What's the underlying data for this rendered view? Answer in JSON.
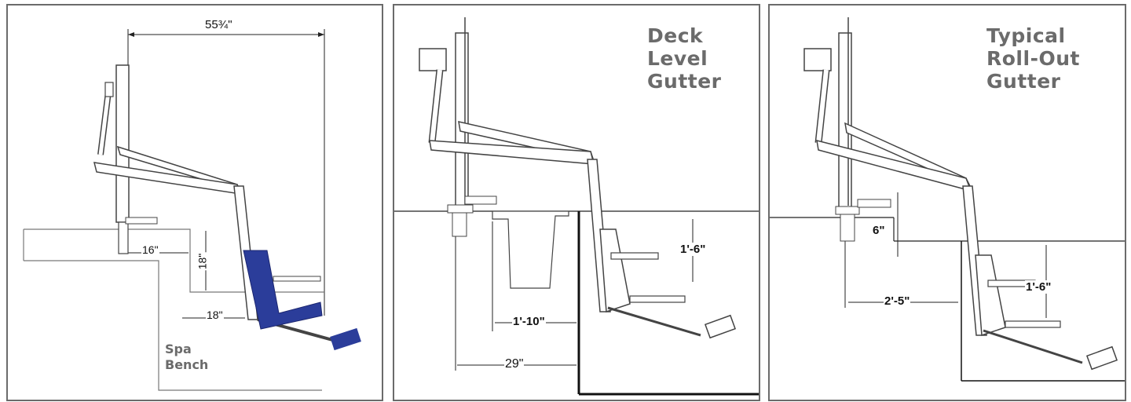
{
  "panels": [
    {
      "id": "spa-bench",
      "dimensions": {
        "overall_reach": "55¾\"",
        "bench_height": "18\"",
        "bench_width": "16\"",
        "step_width": "18\""
      },
      "labels": {
        "line1": "Spa",
        "line2": "Bench"
      }
    },
    {
      "id": "deck-level",
      "title": {
        "line1": "Deck",
        "line2": "Level",
        "line3": "Gutter"
      },
      "dimensions": {
        "seat_rise": "1'-6\"",
        "setback": "1'-10\"",
        "overall": "29\""
      }
    },
    {
      "id": "roll-out",
      "title": {
        "line1": "Typical",
        "line2": "Roll-Out",
        "line3": "Gutter"
      },
      "dimensions": {
        "gutter_height": "6\"",
        "seat_rise": "1'-6\"",
        "setback": "2'-5\""
      }
    }
  ],
  "colors": {
    "seat_blue": "#2b3d9a",
    "frame": "#444444",
    "border": "#6b6b6b",
    "title": "#6b6b6b"
  }
}
